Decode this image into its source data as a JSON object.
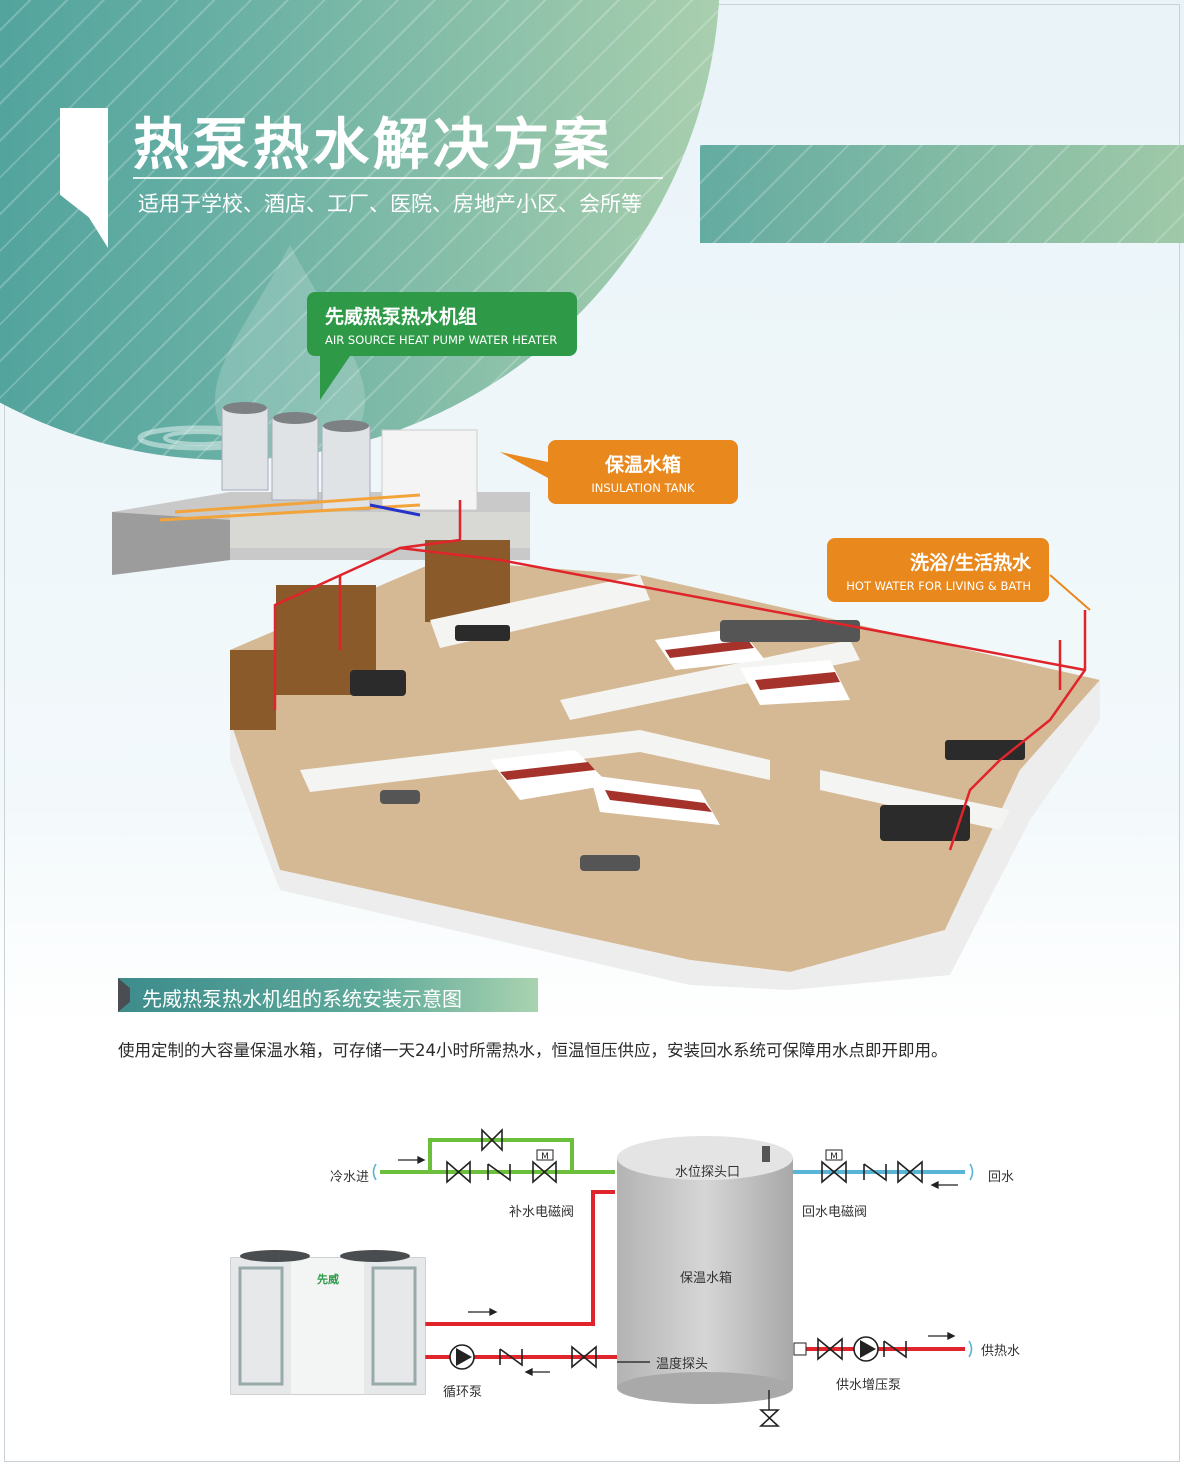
{
  "header": {
    "title": "热泵热水解决方案",
    "subtitle": "适用于学校、酒店、工厂、医院、房地产小区、会所等"
  },
  "callouts": {
    "unit": {
      "cn": "先威热泵热水机组",
      "en": "AIR SOURCE HEAT PUMP WATER HEATER"
    },
    "tank": {
      "cn": "保温水箱",
      "en": "INSULATION TANK"
    },
    "bath": {
      "cn": "洗浴/生活热水",
      "en": "HOT WATER FOR LIVING & BATH"
    }
  },
  "section": {
    "title": "先威热泵热水机组的系统安装示意图",
    "description": "使用定制的大容量保温水箱，可存储一天24小时所需热水，恒温恒压供应，安装回水系统可保障用水点即开即用。"
  },
  "diagram": {
    "cold_in": "冷水进",
    "makeup_valve": "补水电磁阀",
    "level_probe": "水位探头口",
    "tank": "保温水箱",
    "temp_probe": "温度探头",
    "return_valve": "回水电磁阀",
    "return": "回水",
    "circ_pump": "循环泵",
    "booster_pump": "供水增压泵",
    "hot_supply": "供热水",
    "valve_letter": "M",
    "brand": "先威"
  },
  "colors": {
    "green_pipe": "#6cbf3d",
    "red_pipe": "#e0242b",
    "blue_pipe": "#5ab4d6",
    "orange": "#e9881d",
    "label_green": "#2e9a48"
  }
}
